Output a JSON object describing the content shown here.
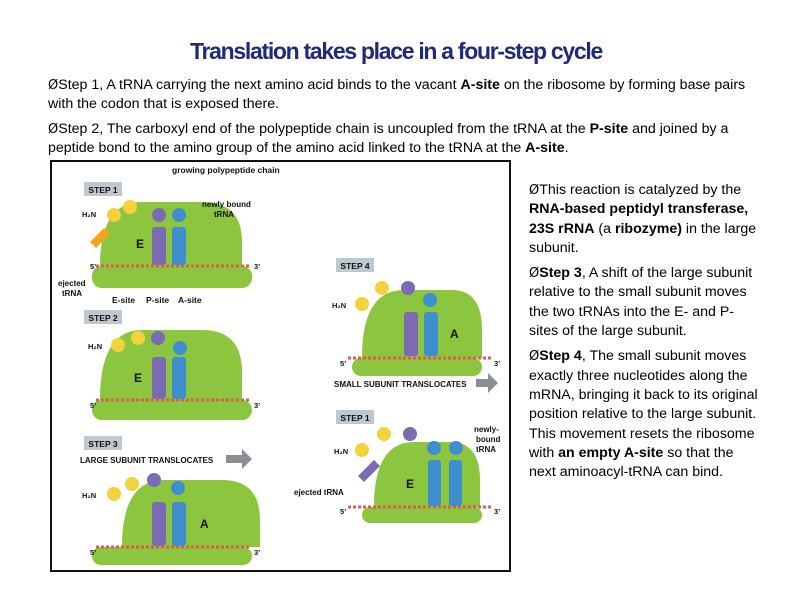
{
  "title": "Translation takes place in a four-step  cycle",
  "step1": {
    "arrow": "Ø",
    "lead": "Step 1",
    "text_a": ", A tRNA carrying the next amino acid binds to the vacant ",
    "bold_a": "A-site",
    "text_b": " on the ribosome by forming base pairs with the codon that is exposed there."
  },
  "step2": {
    "arrow": "Ø",
    "lead": "Step 2",
    "text_a": ", The carboxyl end of the polypeptide chain is uncoupled from the tRNA at the ",
    "bold_a": "P-site",
    "text_b": " and joined by a peptide bond to the amino group of the amino acid linked to the tRNA at the ",
    "bold_b": "A-site",
    "text_c": "."
  },
  "catalysis": {
    "arrow": "Ø",
    "text_a": "This reaction is catalyzed by the ",
    "bold_a": "RNA-based peptidyl transferase, 23S rRNA",
    "text_b": " (a ",
    "bold_b": "ribozyme)",
    "text_c": " in the large subunit."
  },
  "step3": {
    "arrow": "Ø",
    "lead": "Step 3",
    "text_a": ", A shift of the large subunit relative to the small subunit moves the two tRNAs into the E- and P-sites of the large subunit."
  },
  "step4": {
    "arrow": "Ø",
    "lead": "Step 4",
    "text_a": ", The small subunit moves exactly three nucleotides along the mRNA, bringing it back to its original position relative to the large subunit. This movement resets the ribosome with ",
    "bold_a": "an empty A-site",
    "text_b": " so that the next aminoacyl-tRNA can bind."
  },
  "figure": {
    "labels": {
      "step1": "STEP 1",
      "step2": "STEP 2",
      "step3": "STEP 3",
      "step4": "STEP 4",
      "step1b": "STEP 1",
      "growing_chain": "growing polypeptide chain",
      "newly_bound": "newly bound",
      "trna": "tRNA",
      "newly": "newly-",
      "bound": "bound",
      "trna2": "tRNA",
      "ejected": "ejected",
      "trna3": "tRNA",
      "ejected_trna": "ejected tRNA",
      "e_site": "E-site",
      "p_site": "P-site",
      "a_site": "A-site",
      "small_translocates": "SMALL SUBUNIT TRANSLOCATES",
      "large_translocates": "LARGE SUBUNIT TRANSLOCATES",
      "h2n": "H₂N",
      "five": "5’",
      "three": "3’",
      "E": "E",
      "A": "A"
    },
    "colors": {
      "ribosome": "#8cc63f",
      "ribosome_dark": "#6aa82a",
      "trna_purple": "#7b6bb5",
      "trna_blue": "#3f8fd0",
      "trna_orange": "#f4a51c",
      "label_box": "#bfc7cf",
      "arrow_gray": "#8a8f96",
      "mrna_red": "#e05a4f",
      "mrna_blue": "#4a8fd6",
      "aa_yellow": "#f3d23b"
    }
  }
}
